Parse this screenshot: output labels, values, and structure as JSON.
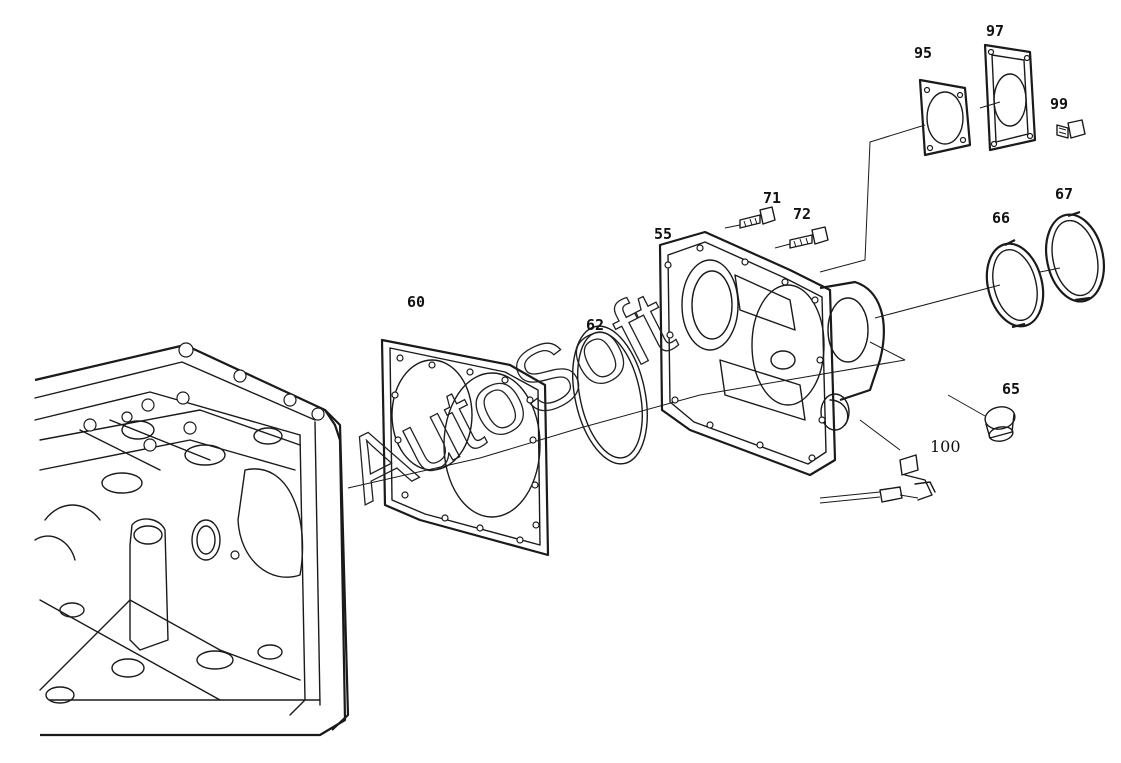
{
  "callouts": {
    "c95": "95",
    "c97": "97",
    "c99": "99",
    "c71": "71",
    "c72": "72",
    "c55": "55",
    "c66": "66",
    "c67": "67",
    "c60": "60",
    "c62": "62",
    "c65": "65",
    "c100": "100"
  },
  "watermark": "AutoSoft"
}
